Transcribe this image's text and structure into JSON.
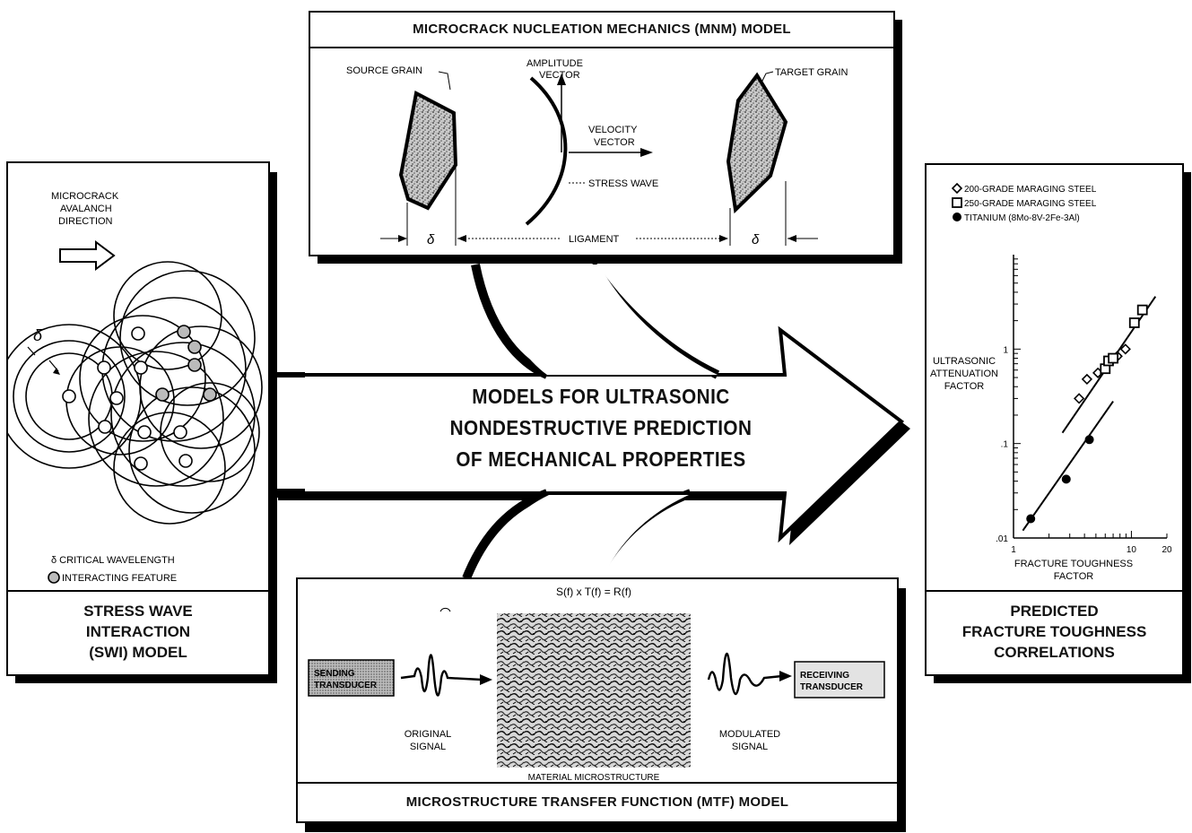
{
  "center_title": {
    "line1": "MODELS FOR ULTRASONIC",
    "line2": "NONDESTRUCTIVE PREDICTION",
    "line3": "OF MECHANICAL PROPERTIES"
  },
  "mnm": {
    "title": "MICROCRACK NUCLEATION MECHANICS (MNM) MODEL",
    "source_grain": "SOURCE GRAIN",
    "amplitude_1": "AMPLITUDE",
    "amplitude_2": "VECTOR",
    "velocity_1": "VELOCITY",
    "velocity_2": "VECTOR",
    "stress_wave": "STRESS WAVE",
    "target_grain": "TARGET GRAIN",
    "ligament": "LIGAMENT",
    "delta": "δ"
  },
  "swi": {
    "avalanche_1": "MICROCRACK",
    "avalanche_2": "AVALANCH",
    "avalanche_3": "DIRECTION",
    "delta": "δ",
    "legend_critical": "δ CRITICAL WAVELENGTH",
    "legend_feature": "INTERACTING FEATURE",
    "title_1": "STRESS WAVE",
    "title_2": "INTERACTION",
    "title_3": "(SWI) MODEL"
  },
  "mtf": {
    "equation": "S(f) x T(f) = R(f)",
    "sending_1": "SENDING",
    "sending_2": "TRANSDUCER",
    "receiving_1": "RECEIVING",
    "receiving_2": "TRANSDUCER",
    "original_1": "ORIGINAL",
    "original_2": "SIGNAL",
    "modulated_1": "MODULATED",
    "modulated_2": "SIGNAL",
    "microstructure": "MATERIAL MICROSTRUCTURE",
    "title": "MICROSTRUCTURE TRANSFER FUNCTION (MTF) MODEL"
  },
  "pred": {
    "title_1": "PREDICTED",
    "title_2": "FRACTURE TOUGHNESS",
    "title_3": "CORRELATIONS"
  },
  "chart_data": {
    "type": "scatter",
    "log_x": true,
    "log_y": true,
    "xlim": [
      1,
      20
    ],
    "ylim": [
      0.01,
      10
    ],
    "xticks": [
      "1",
      "10",
      "20"
    ],
    "yticks": [
      "1",
      ".1",
      ".01"
    ],
    "xlabel_1": "FRACTURE TOUGHNESS",
    "xlabel_2": "FACTOR",
    "ylabel_1": "ULTRASONIC",
    "ylabel_2": "ATTENUATION",
    "ylabel_3": "FACTOR",
    "series": [
      {
        "name": "200-GRADE MARAGING STEEL",
        "marker": "diamond",
        "x": [
          3.6,
          4.2,
          5.2,
          7.6,
          8.9
        ],
        "y": [
          0.3,
          0.48,
          0.56,
          0.84,
          1.0
        ]
      },
      {
        "name": "250-GRADE MARAGING STEEL",
        "marker": "square",
        "x": [
          6.0,
          6.4,
          7.0,
          10.6,
          12.4
        ],
        "y": [
          0.62,
          0.75,
          0.8,
          1.9,
          2.6
        ]
      },
      {
        "name": "TITANIUM (8Mo-8V-2Fe-3Al)",
        "marker": "circle",
        "x": [
          1.4,
          2.8,
          4.4
        ],
        "y": [
          0.016,
          0.042,
          0.11
        ]
      }
    ],
    "fit_lines": [
      {
        "x": [
          2.6,
          16.0
        ],
        "y": [
          0.13,
          3.6
        ]
      },
      {
        "x": [
          1.2,
          7.0
        ],
        "y": [
          0.012,
          0.28
        ]
      }
    ]
  }
}
